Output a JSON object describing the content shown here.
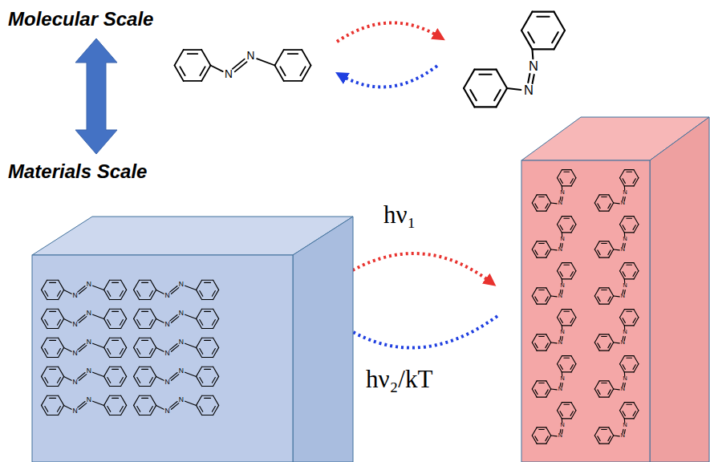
{
  "diagram": {
    "labels": [
      "Molecular Scale",
      "Materials Scale",
      "hν₁",
      "hν₂/kT",
      "N",
      "N",
      "N",
      "N",
      "N",
      "N",
      "N",
      "N",
      "N",
      "N",
      "N",
      "N",
      "N",
      "N",
      "N",
      "N",
      "N",
      "N",
      "N",
      "N",
      "N",
      "N",
      "N",
      "N",
      "N",
      "N",
      "N",
      "N",
      "N",
      "N",
      "N",
      "N",
      "N",
      "N",
      "N",
      "N",
      "N",
      "N",
      "N",
      "N",
      "N",
      "N",
      "N",
      "N",
      "N",
      "N",
      "N",
      "N"
    ]
  }
}
